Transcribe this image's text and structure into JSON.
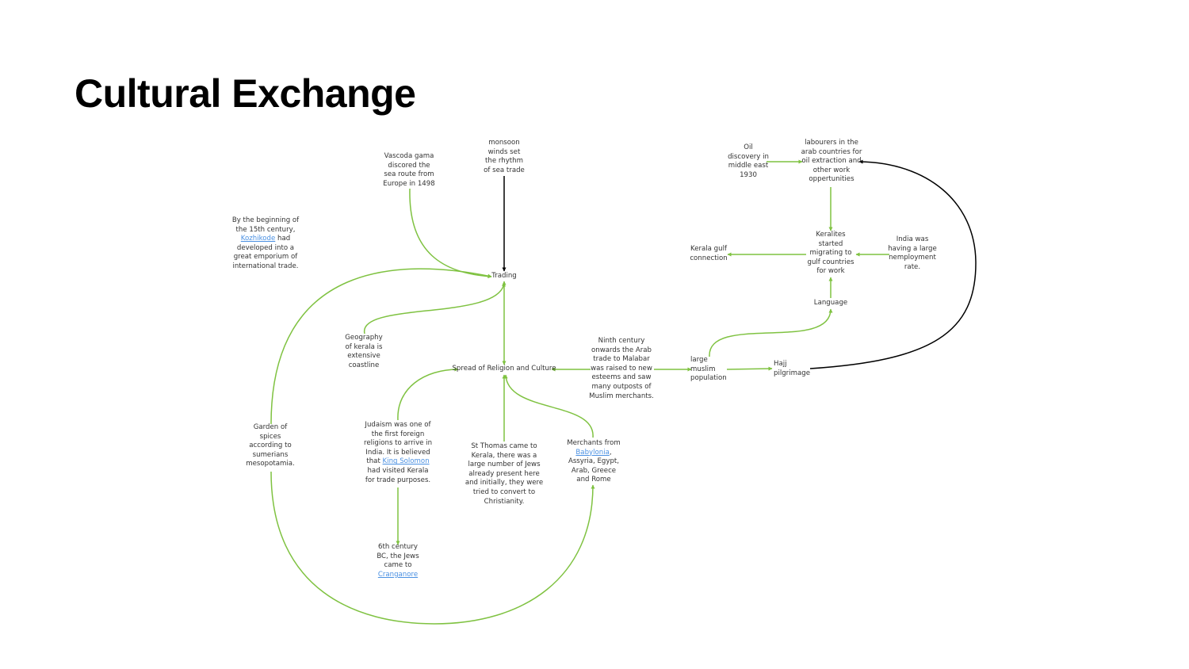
{
  "title": "Cultural Exchange",
  "colors": {
    "edge": "#7fc241",
    "edge_dark": "#000000",
    "link": "#4a90e2",
    "text": "#333333"
  },
  "nodes": {
    "kozhikode": {
      "l1": "By the beginning of",
      "l2": "the 15th century,",
      "l3_link": "Kozhikode",
      "l3": " had",
      "l4": "developed into a",
      "l5": "great emporium of",
      "l6": "international trade."
    },
    "vascoda": {
      "l1": "Vascoda gama",
      "l2": "discored the",
      "l3": "sea route from",
      "l4": "Europe in 1498"
    },
    "monsoon": {
      "l1": "monsoon",
      "l2": "winds set",
      "l3": "the rhythm",
      "l4": "of sea trade"
    },
    "trading": {
      "l1": "Trading"
    },
    "geography": {
      "l1": "Geography",
      "l2": "of kerala is",
      "l3": "extensive",
      "l4": "coastline"
    },
    "spread": {
      "l1": "Spread of Religion and Culture"
    },
    "ninth": {
      "l1": "Ninth century",
      "l2": "onwards the Arab",
      "l3": "trade to Malabar",
      "l4": "was raised to new",
      "l5": "esteems and saw",
      "l6": "many outposts of",
      "l7": "Muslim merchants."
    },
    "large": {
      "l1": "large",
      "l2": "muslim",
      "l3": "population"
    },
    "hajj": {
      "l1": "Hajj",
      "l2": "pilgrimage"
    },
    "language": {
      "l1": "Language"
    },
    "keralites": {
      "l1": "Keralites",
      "l2": "started",
      "l3": "migrating to",
      "l4": "gulf countries",
      "l5": "for work"
    },
    "kerala_gulf": {
      "l1": "Kerala gulf",
      "l2": "connection"
    },
    "india_was": {
      "l1": "India was",
      "l2": "having a large",
      "l3": "nemployment",
      "l4": "rate."
    },
    "oil": {
      "l1": "Oil",
      "l2": "discovery in",
      "l3": "middle east",
      "l4": "1930"
    },
    "labourers": {
      "l1": "labourers in the",
      "l2": "arab countries for",
      "l3": "oil extraction and",
      "l4": "other work",
      "l5": "oppertunities"
    },
    "garden": {
      "l1": "Garden of",
      "l2": "spices",
      "l3": "according to",
      "l4": "sumerians",
      "l5": "mesopotamia."
    },
    "judaism": {
      "l1": "Judaism was one of",
      "l2": "the first foreign",
      "l3": "religions to arrive in",
      "l4": "India. It is believed",
      "l5_pre": "that ",
      "l5_link": "King Solomon",
      "l6": "had visited Kerala",
      "l7": "for trade purposes."
    },
    "stthomas": {
      "l1": "St Thomas came to",
      "l2": "Kerala, there was a",
      "l3": "large number of Jews",
      "l4": "already present here",
      "l5": "and initially, they were",
      "l6": "tried to convert to",
      "l7": "Christianity."
    },
    "merchants": {
      "l1": "Merchants from",
      "l2_link": "Babylonia",
      "l2": ",",
      "l3": "Assyria, Egypt,",
      "l4": "Arab, Greece",
      "l5": "and Rome"
    },
    "sixth": {
      "l1": "6th century",
      "l2": "BC, the Jews",
      "l3": "came to",
      "l4_link": "Cranganore"
    }
  }
}
